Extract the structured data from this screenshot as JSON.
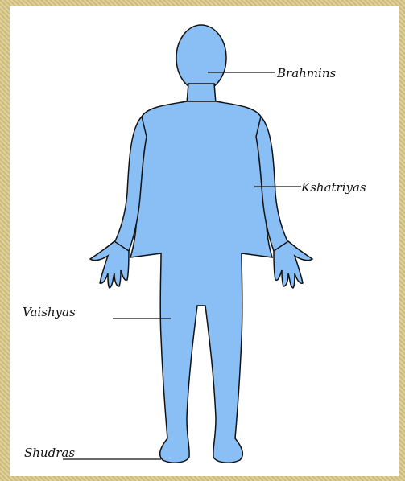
{
  "diagram": {
    "colors": {
      "figure_fill": "#89bff5",
      "figure_stroke": "#111111",
      "background": "#ffffff",
      "frame": "#d8c890"
    },
    "labels": {
      "brahmins": "Brahmins",
      "kshatriyas": "Kshatriyas",
      "vaishyas": "Vaishyas",
      "shudras": "Shudras"
    }
  }
}
